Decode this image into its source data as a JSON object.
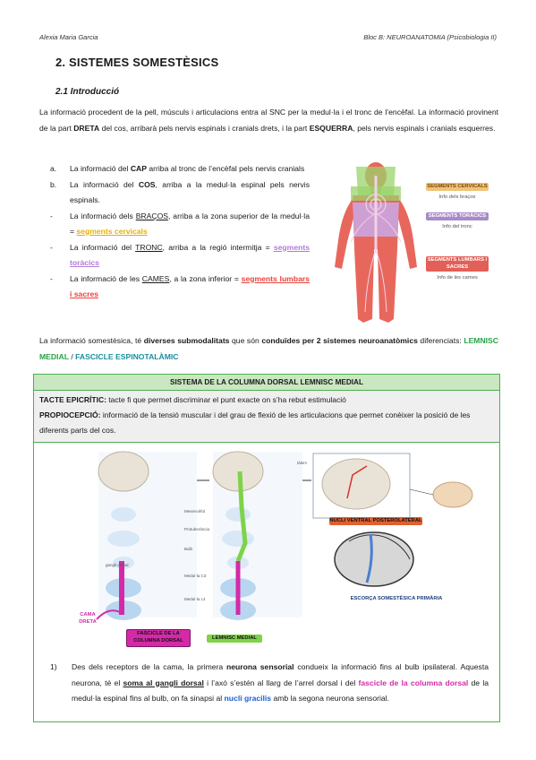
{
  "header": {
    "left": "Alexia Maria Garcia",
    "right": "Bloc B: NEUROANATOMIA (Psicobiologia II)"
  },
  "section_title": "2.  SISTEMES SOMESTÈSICS",
  "subsection_title": "2.1 Introducció",
  "intro": {
    "p1a": "La informació procedent de la pell, músculs i articulacions entra al SNC per la medul·la i el tronc de l’encèfal. La informació provinent de la part ",
    "dreta": "DRETA",
    "p1b": " del cos, arribarà pels nervis espinals i cranials drets, i la part ",
    "esquerra": "ESQUERRA",
    "p1c": ", pels nervis espinals i cranials esquerres."
  },
  "list": {
    "a_marker": "a.",
    "a1": "La informació del ",
    "a_bold": "CAP",
    "a2": " arriba al tronc de l’encèfal pels nervis cranials",
    "b_marker": "b.",
    "b1": "La informació del ",
    "b_bold": "COS",
    "b2": ", arriba a la medul·la espinal pels nervis espinals.",
    "dash": "-",
    "c1": "La informació dels ",
    "c_und": "BRAÇOS",
    "c2": ", arriba a la zona superior de la medul·la = ",
    "c_col": "segments cervicals",
    "d1": "La informació del ",
    "d_und": "TRONC",
    "d2": ", arriba a la regió intermitja = ",
    "d_col": "segments toràcics",
    "e1": "La informació de les ",
    "e_und": "CAMES",
    "e2": ", a la zona inferior = ",
    "e_col": "segments lumbars i sacres"
  },
  "body_figure": {
    "cervical_label": "SEGMENTS CERVICALS",
    "cervical_sub": "Info dels braços",
    "toracic_label": "SEGMENTS TORÀCICS",
    "toracic_sub": "Info del tronc",
    "lumbar_label": "SEGMENTS LUMBARS I SACRES",
    "lumbar_sub": "Info de les cames"
  },
  "somest": {
    "s1": "La informació somestèsica, té ",
    "s_b1": "diverses submodalitats",
    "s2": " que són ",
    "s_b2": "conduïdes per 2 sistemes neuroanatòmics",
    "s3": " diferenciats: ",
    "lemnisc": "LEMNISC MEDIAL",
    "slash": " / ",
    "fascicle": "FASCICLE ESPINOTALÀMIC"
  },
  "box": {
    "title": "SISTEMA DE LA COLUMNA DORSAL LEMNISC MEDIAL",
    "tacte_b": "TACTE EPICRÍTIC:",
    "tacte": " tacte fi que permet discriminar el punt exacte on s’ha rebut estimulació",
    "prop_b": "PROPIOCEPCIÓ:",
    "prop": " informació de la tensió muscular i del grau de flexió de les articulacions que permet conèixer la posició de les diferents parts del cos.",
    "fig_fascicle": "FASCICLE DE LA COLUMNA DORSAL",
    "fig_lemnisc": "LEMNISC MEDIAL",
    "fig_nucli": "NUCLI VENTRAL POSTEROLATERAL",
    "fig_escorca": "ESCORÇA SOMESTÈSICA PRIMÀRIA",
    "fig_cama": "CAMA DRETA",
    "fig_tiny": [
      "Mesencèfol",
      "Protuberància",
      "Bulb",
      "Medul·la C3",
      "Medul·la L4",
      "gangli dorsal",
      "tàlem"
    ],
    "enum_marker": "1)",
    "e1": "Des dels receptors de la cama, la primera ",
    "e_b1": "neurona sensorial",
    "e2": " condueix la informació fins al bulb ipsilateral. Aquesta neurona, té el ",
    "e_bu": "soma al gangli dorsal",
    "e3": " i l’axó s’estén al llarg de l’arrel dorsal i del ",
    "e_pink": "fascicle de la columna dorsal",
    "e4": " de la medul·la espinal fins al bulb, on fa sinapsi al ",
    "e_blue": "nucli gracilis",
    "e5": " amb la segona neurona sensorial."
  }
}
